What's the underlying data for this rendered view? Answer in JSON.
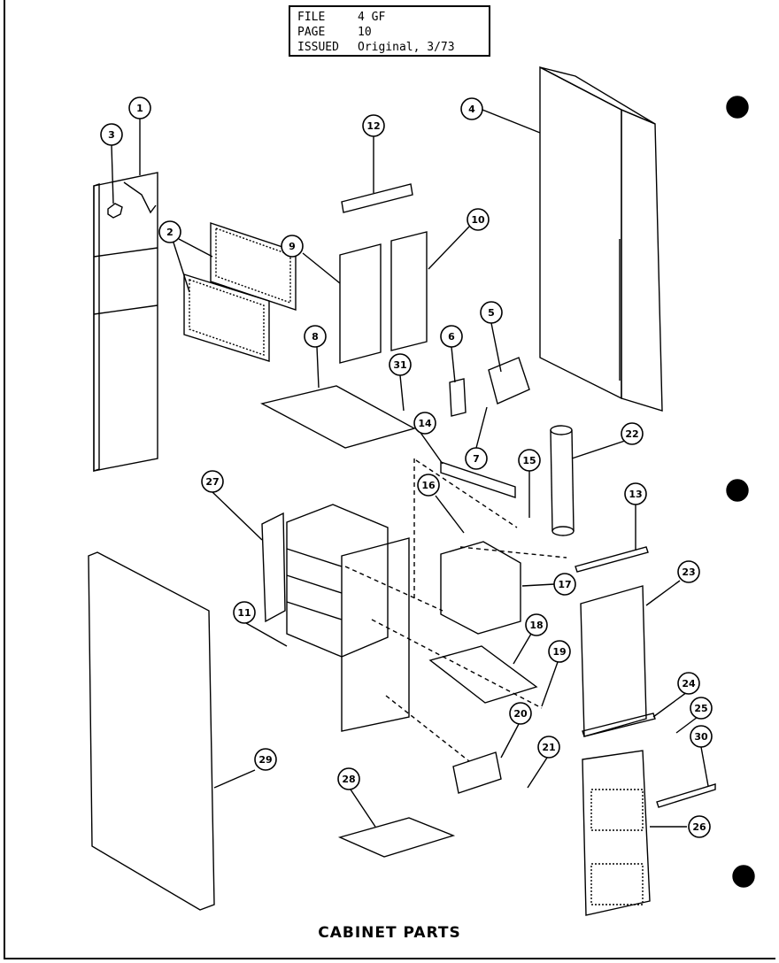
{
  "header": {
    "rows": [
      {
        "key": "FILE",
        "value": "4 GF"
      },
      {
        "key": "PAGE",
        "value": "10"
      },
      {
        "key": "ISSUED",
        "value": "Original, 3/73"
      }
    ]
  },
  "caption": "CABINET PARTS",
  "callouts": [
    "1",
    "2",
    "3",
    "4",
    "5",
    "6",
    "7",
    "8",
    "9",
    "10",
    "11",
    "12",
    "13",
    "14",
    "15",
    "16",
    "17",
    "18",
    "19",
    "20",
    "21",
    "22",
    "23",
    "24",
    "25",
    "26",
    "27",
    "28",
    "29",
    "30",
    "31"
  ]
}
